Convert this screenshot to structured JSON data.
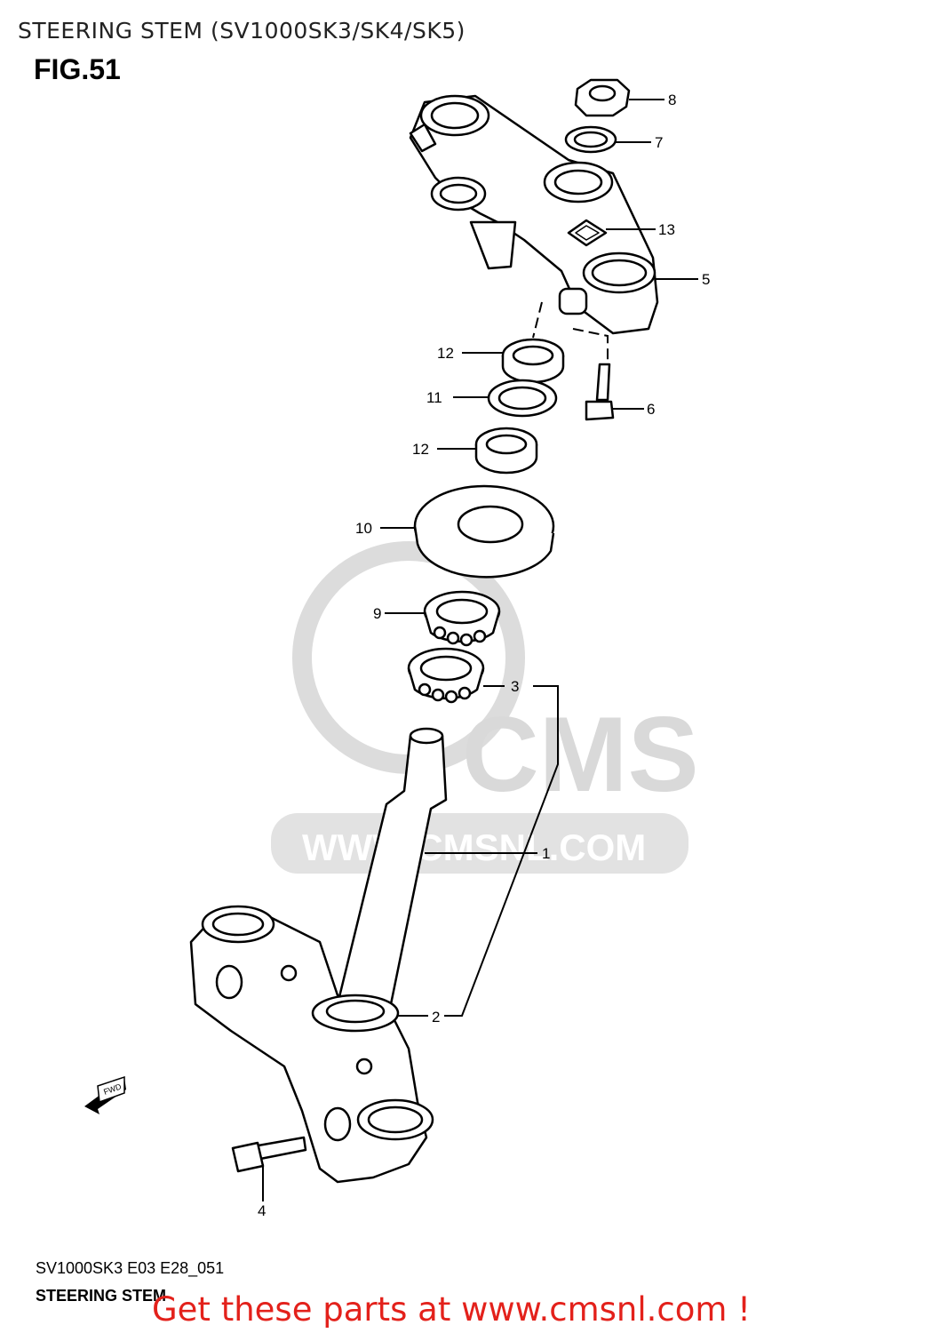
{
  "header": {
    "title": "STEERING STEM (SV1000SK3/SK4/SK5)",
    "figure": "FIG.51"
  },
  "diagram": {
    "watermark": "WWW.CMSNL.COM",
    "watermark_logo": "CMS",
    "fwd_label": "FWD",
    "callouts": [
      "8",
      "7",
      "13",
      "5",
      "12",
      "6",
      "11",
      "12",
      "10",
      "9",
      "3",
      "1",
      "2",
      "4"
    ]
  },
  "footer": {
    "code": "SV1000SK3 E03 E28_051",
    "subtitle": "STEERING STEM",
    "cta": "Get these parts at www.cmsnl.com !"
  },
  "colors": {
    "cta": "#e3211b",
    "watermark": "#d9d9d9"
  }
}
